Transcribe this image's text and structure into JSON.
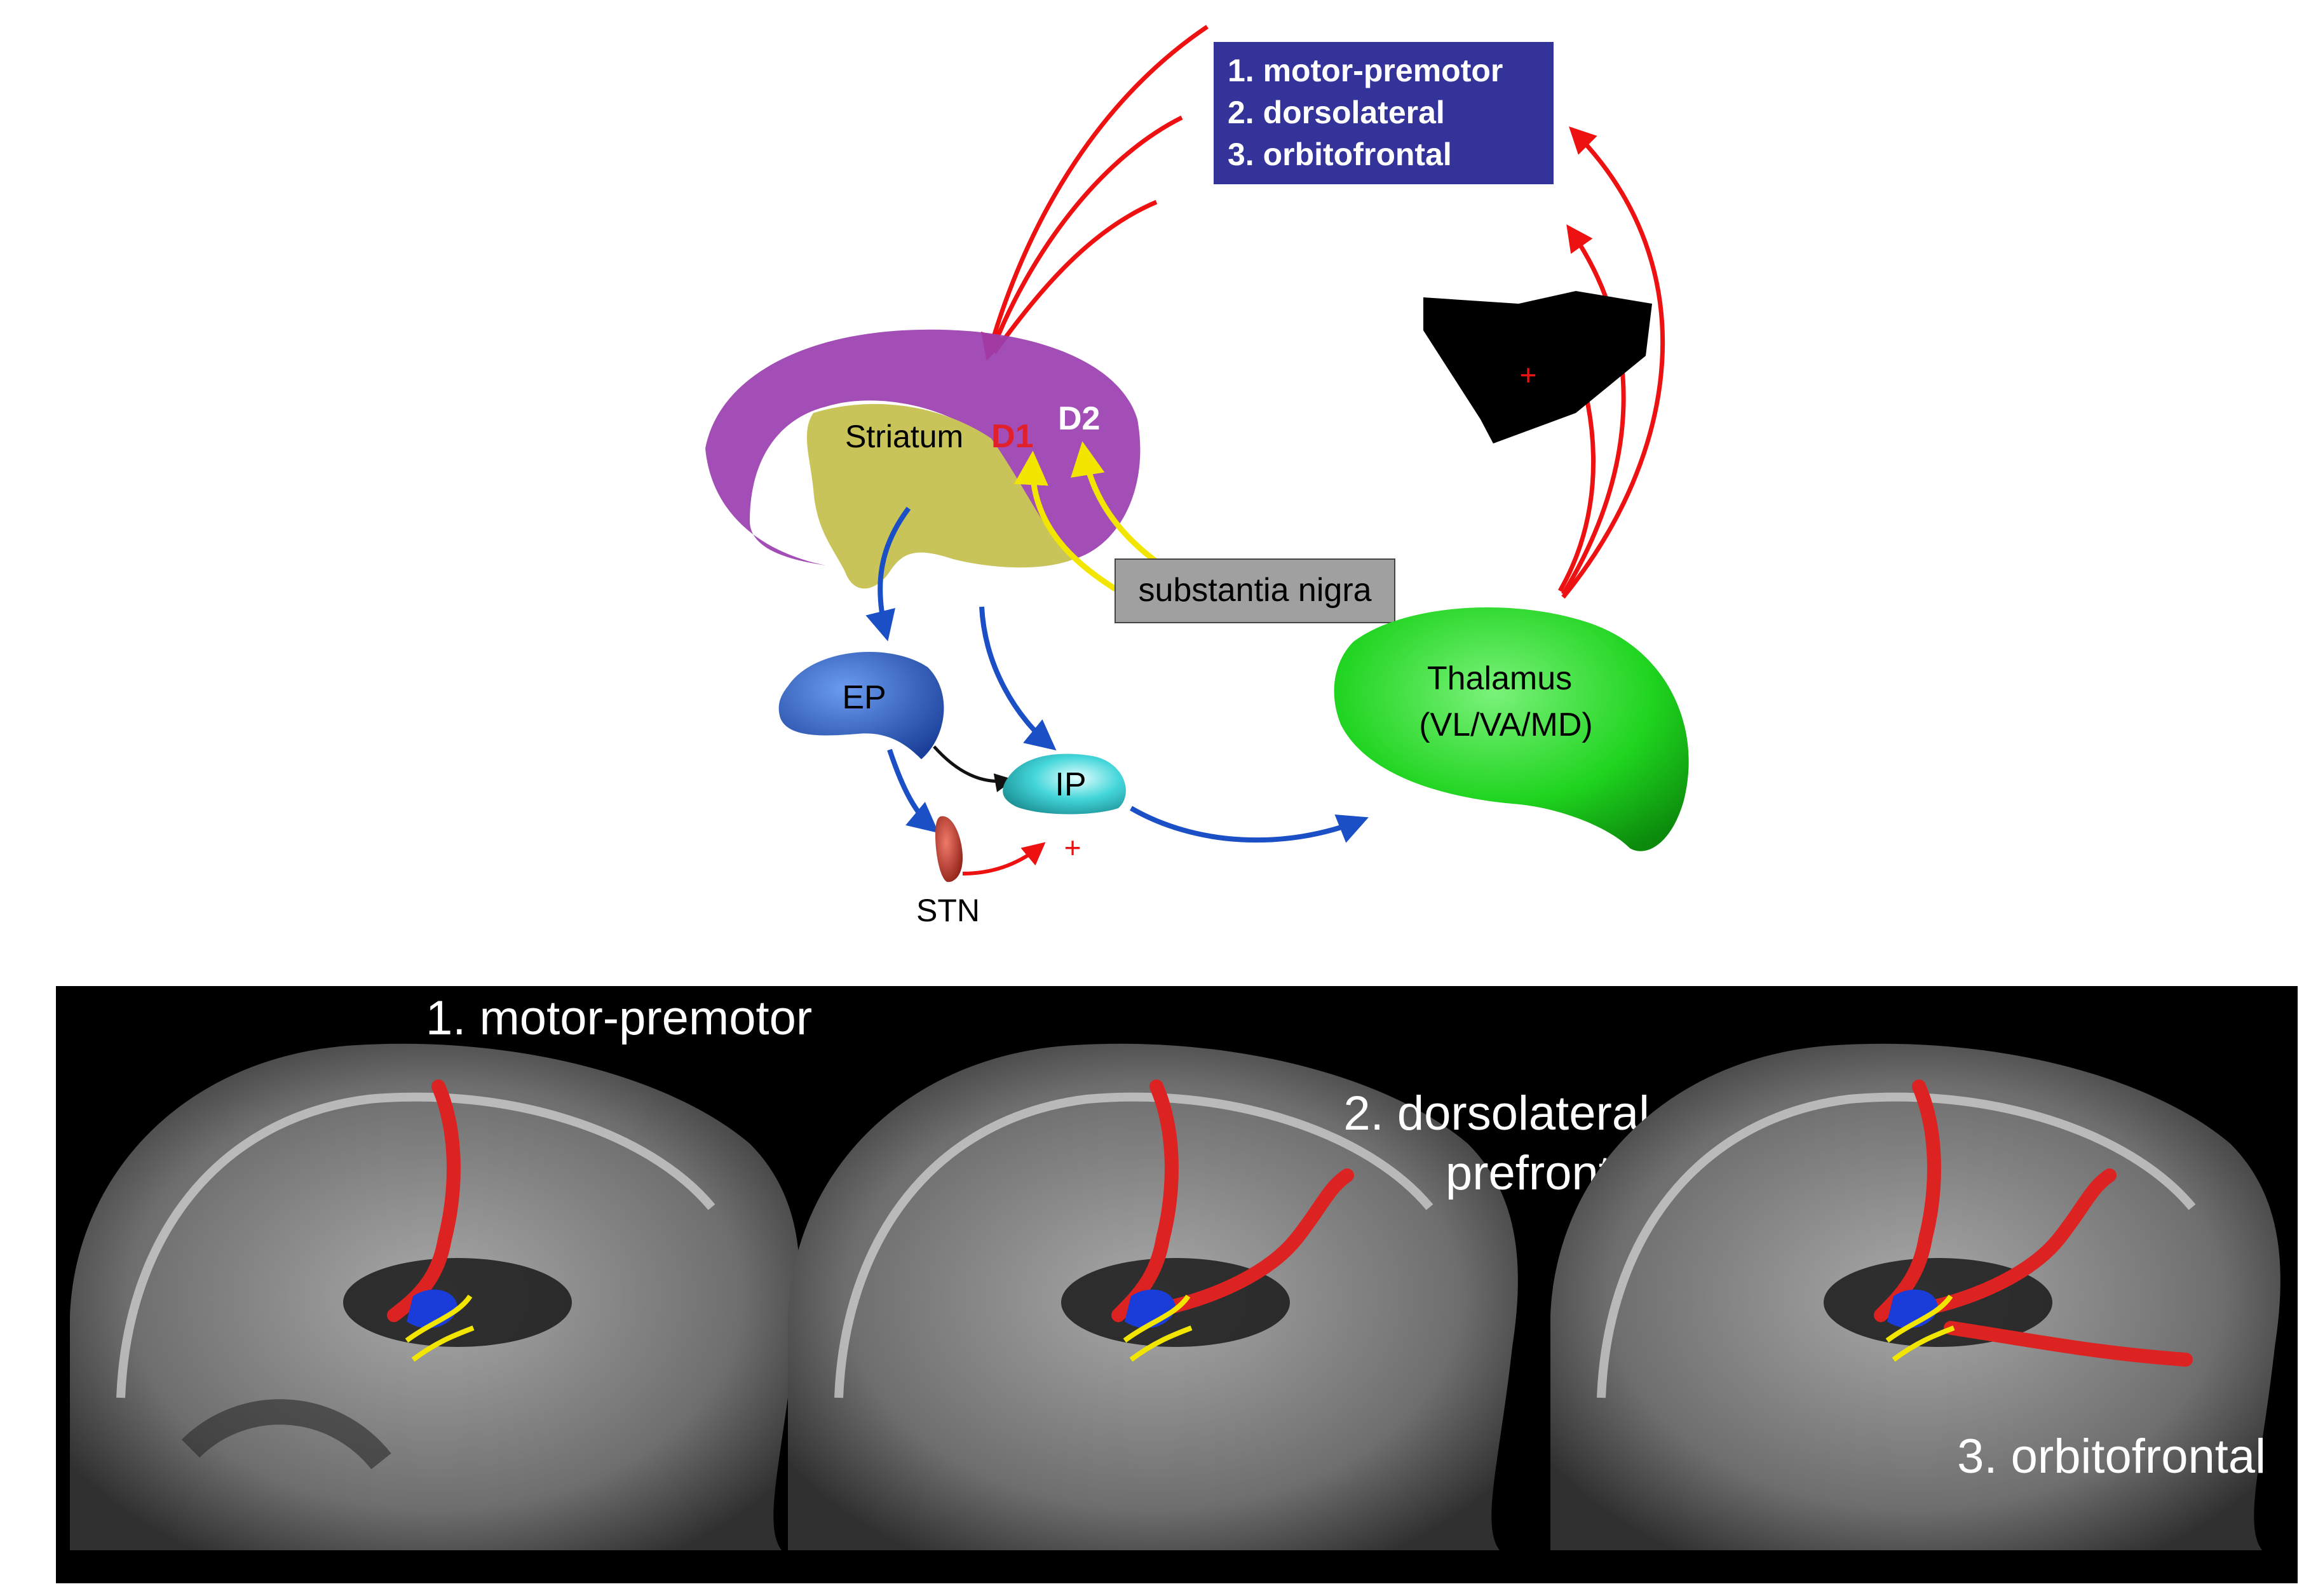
{
  "cortex_box": {
    "line1": "1. motor-premotor",
    "line2": "2. dorsolateral",
    "line3": "3. orbitofrontal",
    "background": "#333399"
  },
  "labels": {
    "striatum": "Striatum",
    "d1": "D1",
    "d2": "D2",
    "substantia_nigra": "substantia nigra",
    "ep": "EP",
    "ip": "IP",
    "stn": "STN",
    "thalamus": "Thalamus",
    "thalamus_nuclei": "(VL/VA/MD)",
    "plus_top": "+",
    "plus_bottom": "+"
  },
  "panels": {
    "p1": "1. motor-premotor",
    "p2_line1": "2. dorsolateral",
    "p2_line2": "prefrontal",
    "p3": "3. orbitofrontal"
  },
  "colors": {
    "striatum": "#c8c45a",
    "striatum_shell": "#9a3fb0",
    "d1": "#e0202a",
    "ep": "#2a5fc4",
    "ip": "#35c8cc",
    "stn": "#c0392b",
    "thalamus": "#1fd41f",
    "sn_box": "#a0a0a0",
    "excitatory_arrow": "#ee1111",
    "inhibitory_arrow": "#1b4fc6",
    "dopamine_arrow": "#f2e600",
    "tract": "#dd2222"
  }
}
